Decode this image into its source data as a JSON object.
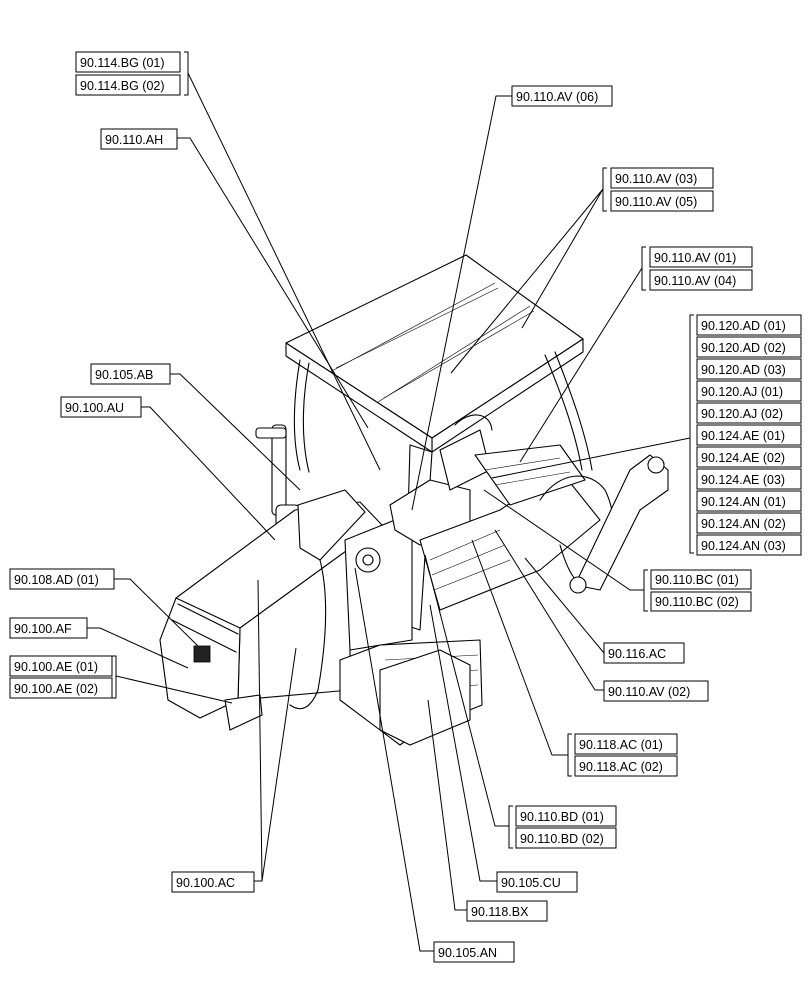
{
  "callouts": {
    "bg01": "90.114.BG (01)",
    "bg02": "90.114.BG (02)",
    "ah": "90.110.AH",
    "av06": "90.110.AV (06)",
    "av03": "90.110.AV (03)",
    "av05": "90.110.AV (05)",
    "av01": "90.110.AV (01)",
    "av04": "90.110.AV (04)",
    "ad01": "90.120.AD (01)",
    "ad02": "90.120.AD (02)",
    "ad03": "90.120.AD (03)",
    "aj01": "90.120.AJ (01)",
    "aj02": "90.120.AJ (02)",
    "ae124_01": "90.124.AE (01)",
    "ae124_02": "90.124.AE (02)",
    "ae124_03": "90.124.AE (03)",
    "an01": "90.124.AN (01)",
    "an02": "90.124.AN (02)",
    "an03": "90.124.AN (03)",
    "bc01": "90.110.BC (01)",
    "bc02": "90.110.BC (02)",
    "ac116": "90.116.AC",
    "av02": "90.110.AV (02)",
    "ac118_01": "90.118.AC (01)",
    "ac118_02": "90.118.AC (02)",
    "bd01": "90.110.BD (01)",
    "bd02": "90.110.BD (02)",
    "cu": "90.105.CU",
    "bx": "90.118.BX",
    "an105": "90.105.AN",
    "ac100": "90.100.AC",
    "ab": "90.105.AB",
    "au": "90.100.AU",
    "ad108": "90.108.AD (01)",
    "af": "90.100.AF",
    "ae100_01": "90.100.AE (01)",
    "ae100_02": "90.100.AE (02)"
  }
}
